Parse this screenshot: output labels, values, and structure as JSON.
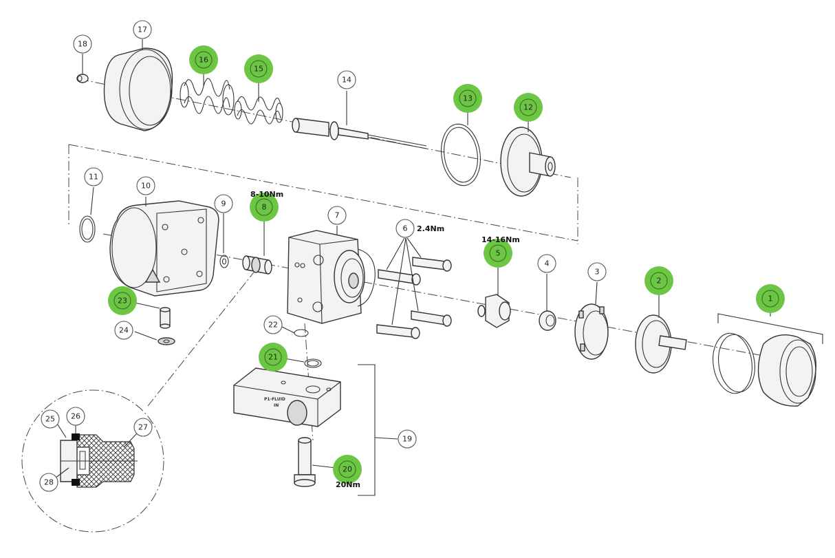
{
  "colors": {
    "highlight": "#6cc644",
    "line": "#333333",
    "background": "#ffffff"
  },
  "balloons": [
    {
      "label": "1",
      "highlighted": true
    },
    {
      "label": "2",
      "highlighted": true
    },
    {
      "label": "3",
      "highlighted": false
    },
    {
      "label": "4",
      "highlighted": false
    },
    {
      "label": "5",
      "highlighted": true
    },
    {
      "label": "6",
      "highlighted": false
    },
    {
      "label": "7",
      "highlighted": false
    },
    {
      "label": "8",
      "highlighted": true
    },
    {
      "label": "9",
      "highlighted": false
    },
    {
      "label": "10",
      "highlighted": false
    },
    {
      "label": "11",
      "highlighted": false
    },
    {
      "label": "12",
      "highlighted": true
    },
    {
      "label": "13",
      "highlighted": true
    },
    {
      "label": "14",
      "highlighted": false
    },
    {
      "label": "15",
      "highlighted": true
    },
    {
      "label": "16",
      "highlighted": true
    },
    {
      "label": "17",
      "highlighted": false
    },
    {
      "label": "18",
      "highlighted": false
    },
    {
      "label": "19",
      "highlighted": false
    },
    {
      "label": "20",
      "highlighted": true
    },
    {
      "label": "21",
      "highlighted": true
    },
    {
      "label": "22",
      "highlighted": false
    },
    {
      "label": "23",
      "highlighted": true
    },
    {
      "label": "24",
      "highlighted": false
    },
    {
      "label": "25",
      "highlighted": false
    },
    {
      "label": "26",
      "highlighted": false
    },
    {
      "label": "27",
      "highlighted": false
    },
    {
      "label": "28",
      "highlighted": false
    }
  ],
  "torques": {
    "part8": "8-10Nm",
    "part6": "2.4Nm",
    "part5": "14-16Nm",
    "part20": "20Nm"
  },
  "manifold_label": {
    "line1": "P1-FLUID",
    "line2": "IN"
  }
}
